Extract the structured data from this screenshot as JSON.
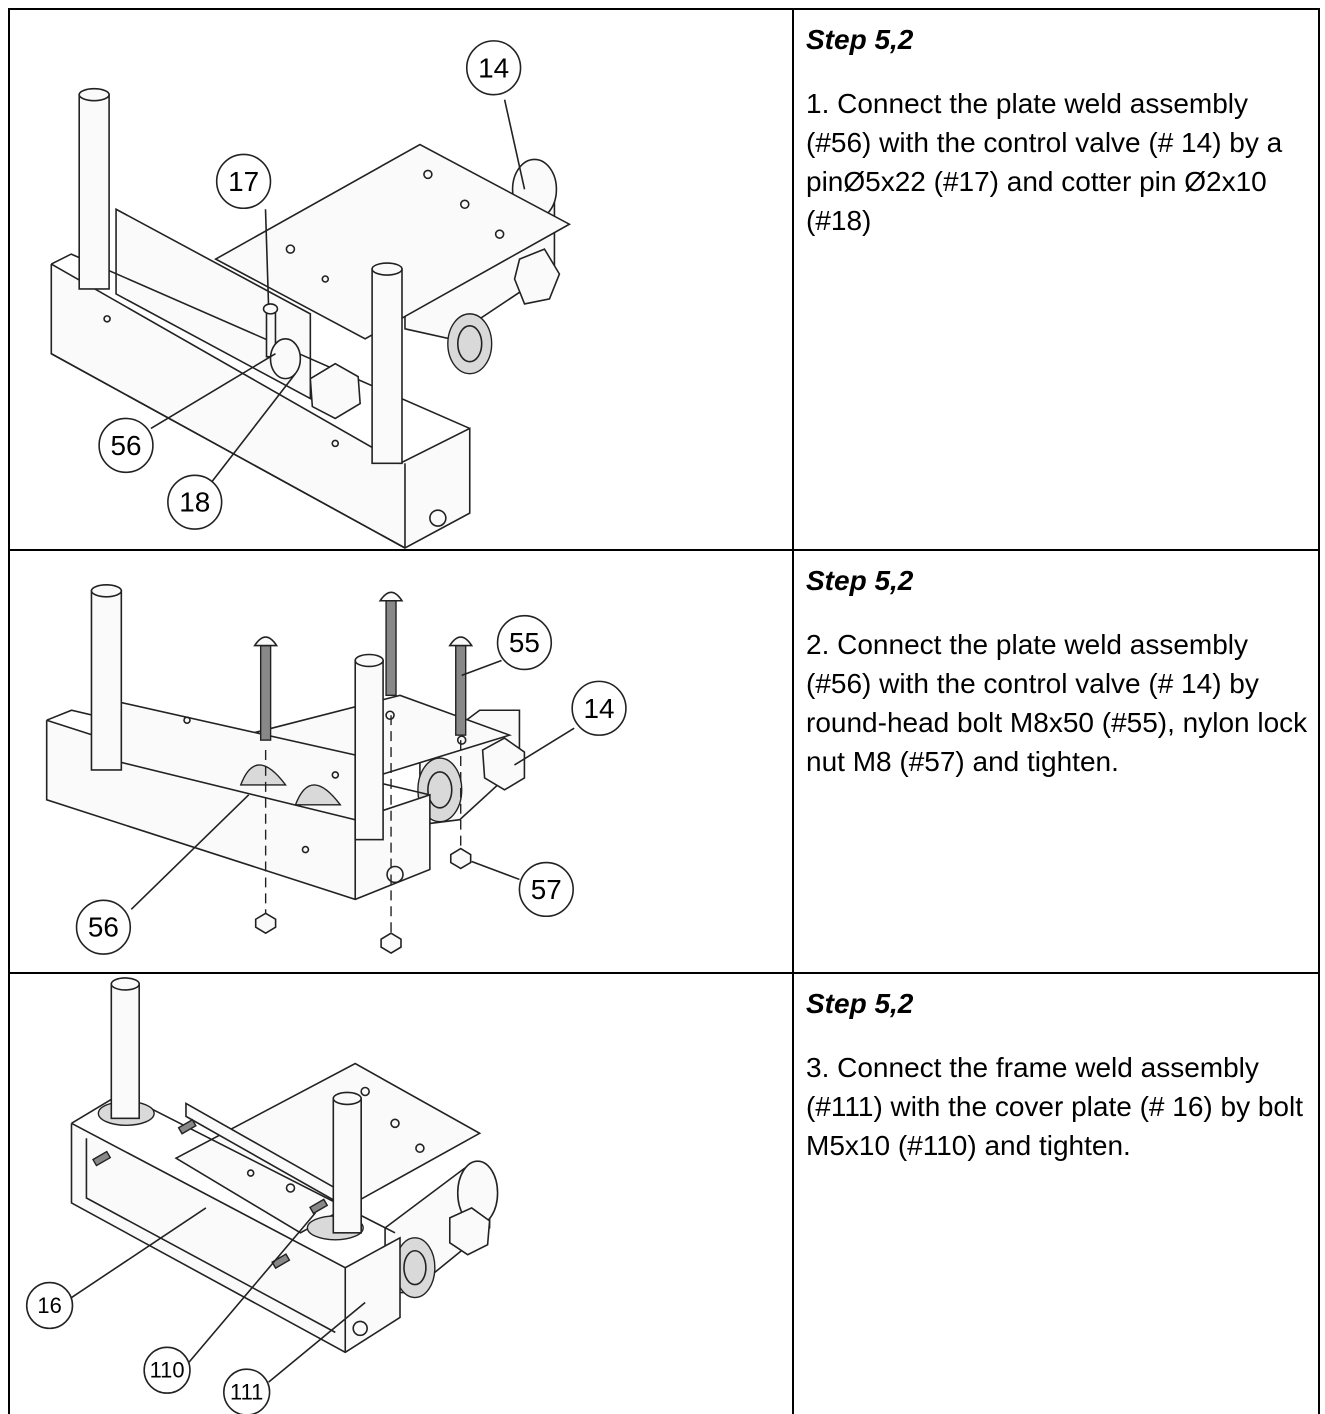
{
  "steps": [
    {
      "title": "Step 5,2",
      "text": "1. Connect the plate weld assembly (#56) with the control valve (# 14) by a pinØ5x22 (#17) and cotter pin Ø2x10 (#18)",
      "callouts": [
        "14",
        "17",
        "56",
        "18"
      ]
    },
    {
      "title": "Step 5,2",
      "text": "2. Connect the plate weld assembly (#56) with the control valve (# 14) by round-head bolt M8x50  (#55), nylon lock nut M8 (#57) and tighten.",
      "callouts": [
        "55",
        "14",
        "57",
        "56"
      ]
    },
    {
      "title": "Step 5,2",
      "text": "3. Connect the frame weld assembly (#111) with the cover plate (# 16) by bolt M5x10 (#110) and tighten.",
      "callouts": [
        "16",
        "110",
        "111"
      ]
    }
  ]
}
